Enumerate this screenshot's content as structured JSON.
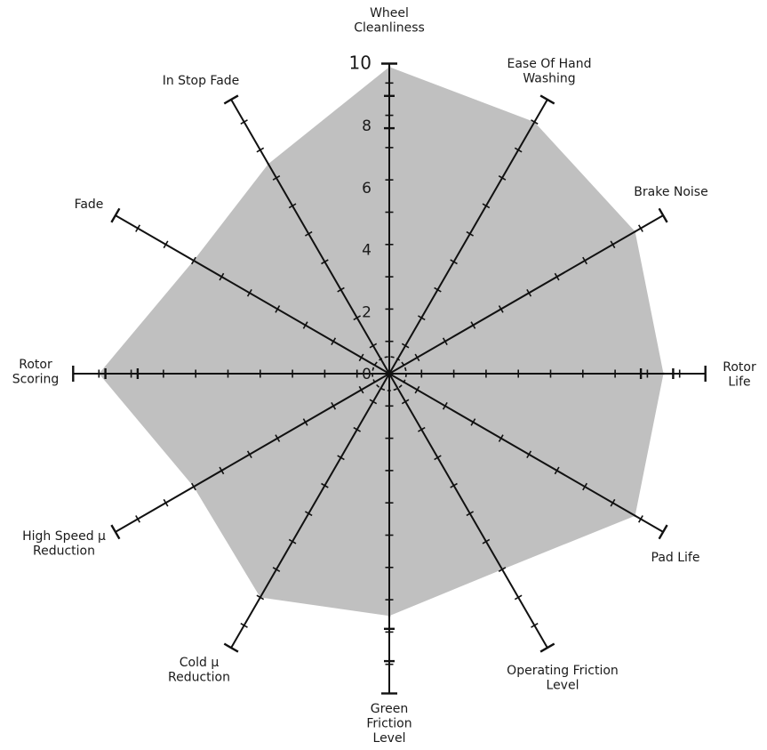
{
  "chart_data": {
    "type": "radar",
    "r_range": [
      0,
      10
    ],
    "radial_tick_labels": [
      "0",
      "2",
      "4",
      "6",
      "8",
      "10"
    ],
    "colors": {
      "fill": "#c0c0c0",
      "axis": "#111111"
    },
    "axes": [
      {
        "label": [
          "Wheel",
          "Cleanliness"
        ],
        "value": 9.5
      },
      {
        "label": [
          "Ease Of Hand",
          "Washing"
        ],
        "value": 9.0
      },
      {
        "label": [
          "Brake Noise"
        ],
        "value": 8.8
      },
      {
        "label": [
          "Rotor",
          "Life"
        ],
        "value": 8.5
      },
      {
        "label": [
          "Pad Life"
        ],
        "value": 8.8
      },
      {
        "label": [
          "Operating Friction",
          "Level"
        ],
        "value": 7.0
      },
      {
        "label": [
          "Green",
          "Friction",
          "Level"
        ],
        "value": 7.5
      },
      {
        "label": [
          "Cold μ",
          "Reduction"
        ],
        "value": 8.0
      },
      {
        "label": [
          "High Speed μ",
          "Reduction"
        ],
        "value": 7.0
      },
      {
        "label": [
          "Rotor",
          "Scoring"
        ],
        "value": 9.0
      },
      {
        "label": [
          "Fade"
        ],
        "value": 7.0
      },
      {
        "label": [
          "In Stop Fade"
        ],
        "value": 7.5
      }
    ]
  }
}
